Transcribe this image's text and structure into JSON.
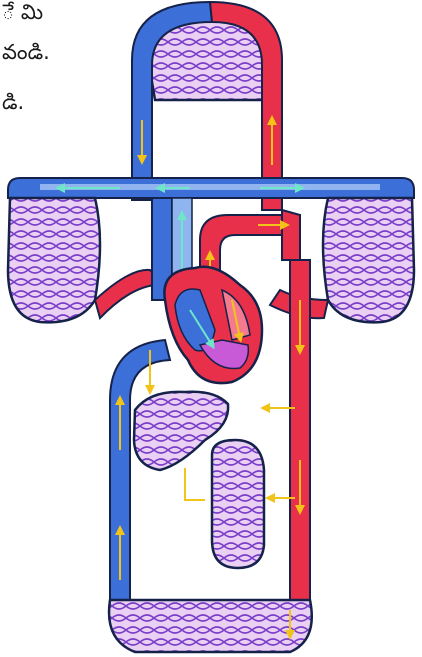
{
  "text_lines": [
    "ే మి",
    "వండి.",
    "డి."
  ],
  "colors": {
    "deoxygenated": "#3d6fd8",
    "deoxygenated_light": "#8fb4ef",
    "oxygenated": "#e8304a",
    "oxygenated_light": "#f47b8f",
    "flow_arrow": "#f2c318",
    "pulmonary_arrow": "#6ee6c8",
    "heart_chamber": "#c85ad8",
    "outline": "#15224a"
  },
  "icons": [
    "circulatory-system-illustration",
    "flow-arrow-icon"
  ]
}
